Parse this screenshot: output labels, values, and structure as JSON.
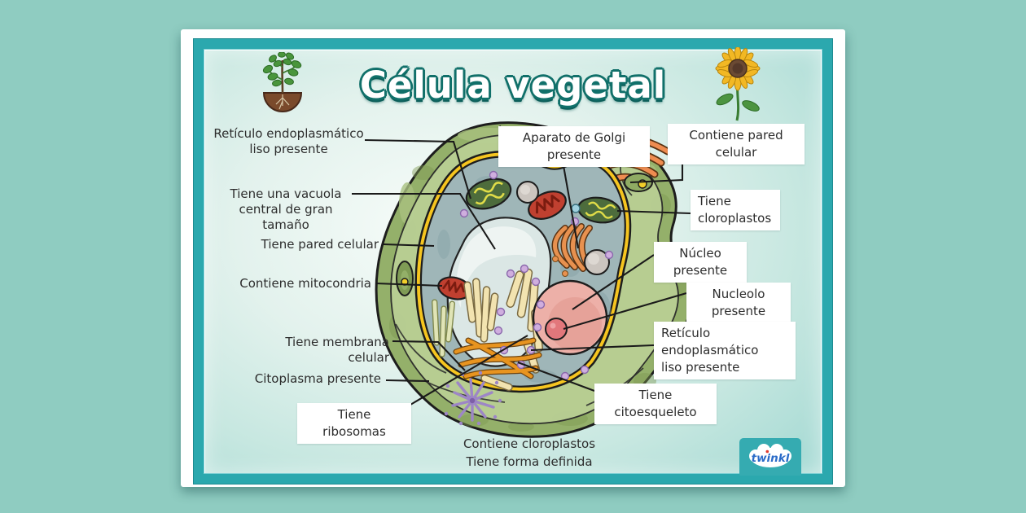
{
  "poster": {
    "title": "Célula vegetal",
    "brand": "twinkl",
    "labels": {
      "re_liso_left": "Retículo endoplasmático\nliso presente",
      "vacuola": "Tiene una vacuola\ncentral de gran tamaño",
      "pared_left": "Tiene pared celular",
      "mitocondria": "Contiene mitocondria",
      "membrana": "Tiene membrana celular",
      "citoplasma": "Citoplasma presente",
      "ribosomas": "Tiene ribosomas",
      "golgi": "Aparato de Golgi presente",
      "pared_top": "Contiene pared celular",
      "cloroplastos": "Tiene\ncloroplastos",
      "nucleo": "Núcleo presente",
      "nucleolo": "Nucleolo presente",
      "re_liso_right": "Retículo endoplasmático\nliso presente",
      "citoesqueleto": "Tiene citoesqueleto",
      "footer_1": "Contiene cloroplastos",
      "footer_2": "Tiene forma definida"
    },
    "colors": {
      "page_bg": "#8fccc1",
      "frame_teal": "#2ba8ae",
      "title_fill": "#ffffff",
      "title_outline": "#11706a",
      "brand_blue": "#2a6bc8",
      "brand_dot_red": "#e03c31",
      "cell_wall_green": "#94b06a",
      "membrane_yellow": "#f6c51f",
      "cytoplasm_blue": "#9fb6b8",
      "nucleus_pink": "#edb0a8",
      "nucleolus_pink": "#e2777b"
    }
  }
}
